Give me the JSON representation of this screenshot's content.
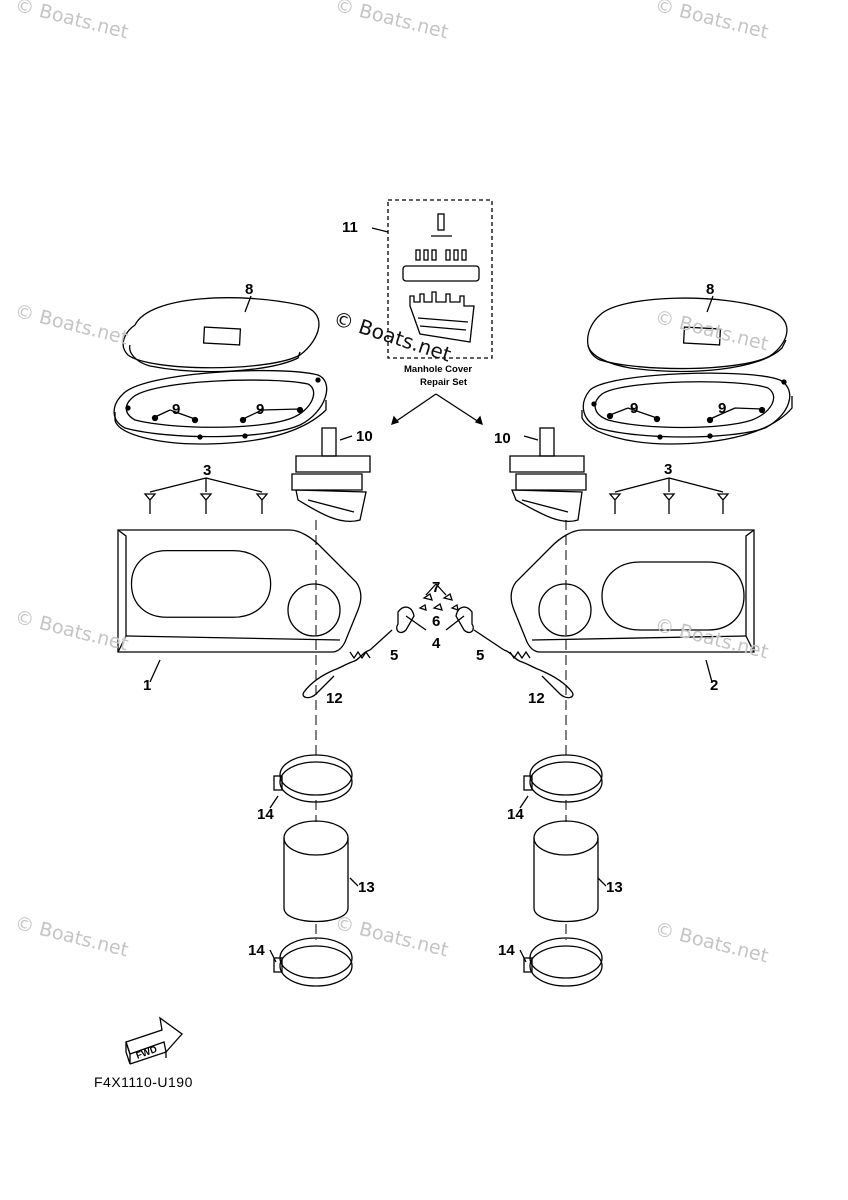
{
  "watermark": "© Boats.net",
  "document_code": "F4X1110-U190",
  "callouts": {
    "c1": "1",
    "c2": "2",
    "c3": "3",
    "c4": "4",
    "c5": "5",
    "c6": "6",
    "c7": "7",
    "c8": "8",
    "c9": "9",
    "c10": "10",
    "c11": "11",
    "c12": "12",
    "c13": "13",
    "c14": "14"
  },
  "repair_set_label": {
    "line1": "Manhole Cover",
    "line2": "Repair Set"
  },
  "fwd_label": "FWD"
}
